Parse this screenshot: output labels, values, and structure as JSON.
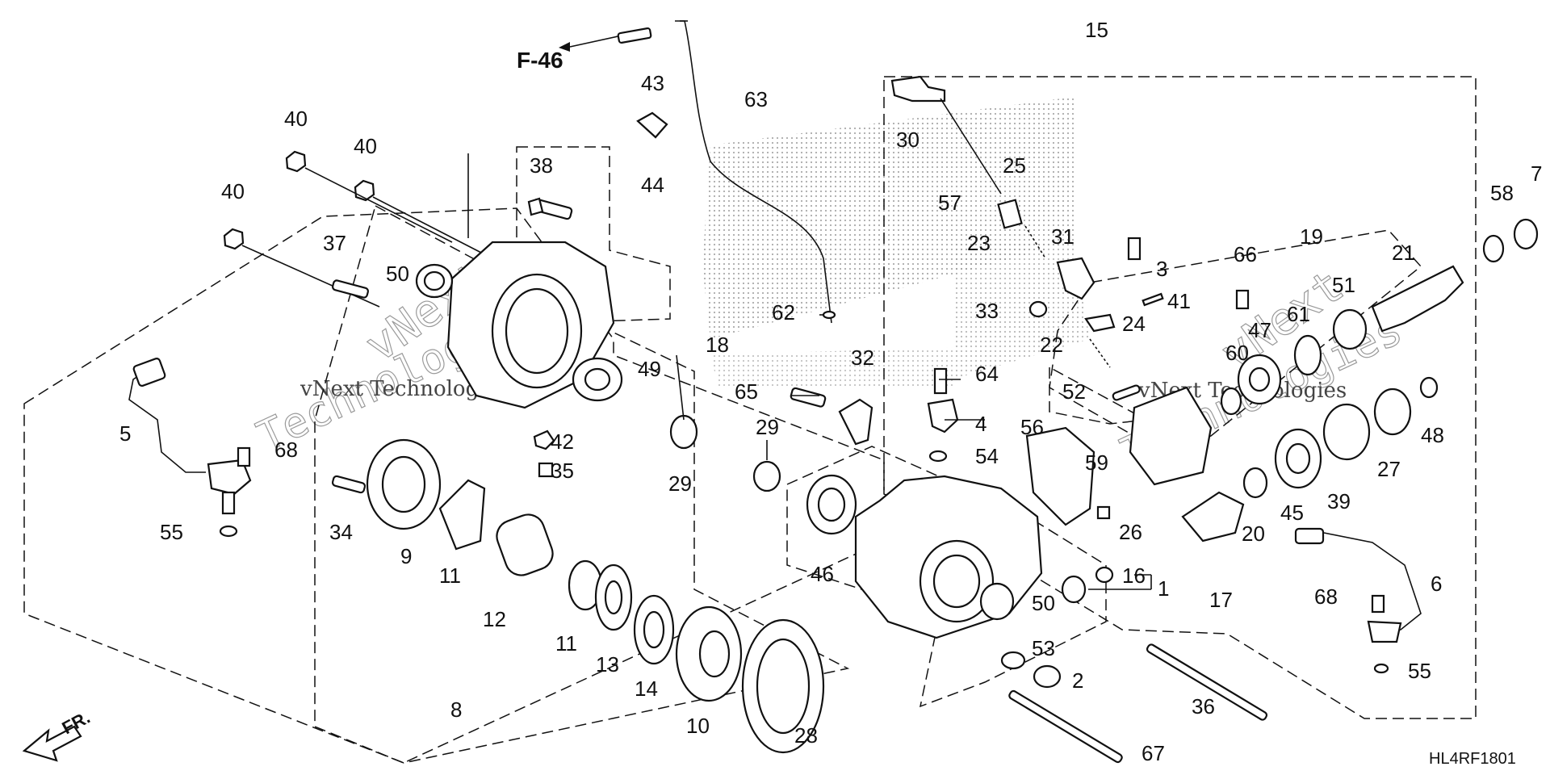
{
  "reference_arrow": "F-46",
  "drawing_code": "HL4RF1801",
  "direction_label": "FR.",
  "watermarks": [
    "vNext",
    "Technologies",
    "vNext Technologies"
  ],
  "part_numbers": {
    "p1": "1",
    "p2": "2",
    "p3": "3",
    "p4": "4",
    "p5": "5",
    "p6": "6",
    "p7": "7",
    "p8": "8",
    "p9": "9",
    "p10": "10",
    "p11": "11",
    "p12": "12",
    "p13": "13",
    "p14": "14",
    "p15": "15",
    "p16": "16",
    "p17": "17",
    "p18": "18",
    "p19": "19",
    "p20": "20",
    "p21": "21",
    "p22": "22",
    "p23": "23",
    "p24": "24",
    "p25": "25",
    "p26": "26",
    "p27": "27",
    "p28": "28",
    "p29": "29",
    "p30": "30",
    "p31": "31",
    "p32": "32",
    "p33": "33",
    "p34": "34",
    "p35": "35",
    "p36": "36",
    "p37": "37",
    "p38": "38",
    "p39": "39",
    "p40": "40",
    "p41": "41",
    "p42": "42",
    "p43": "43",
    "p44": "44",
    "p45": "45",
    "p46": "46",
    "p47": "47",
    "p48": "48",
    "p49": "49",
    "p50": "50",
    "p51": "51",
    "p52": "52",
    "p53": "53",
    "p54": "54",
    "p55": "55",
    "p56": "56",
    "p57": "57",
    "p58": "58",
    "p59": "59",
    "p60": "60",
    "p61": "61",
    "p62": "62",
    "p63": "63",
    "p64": "64",
    "p65": "65",
    "p66": "66",
    "p67": "67",
    "p68": "68"
  }
}
